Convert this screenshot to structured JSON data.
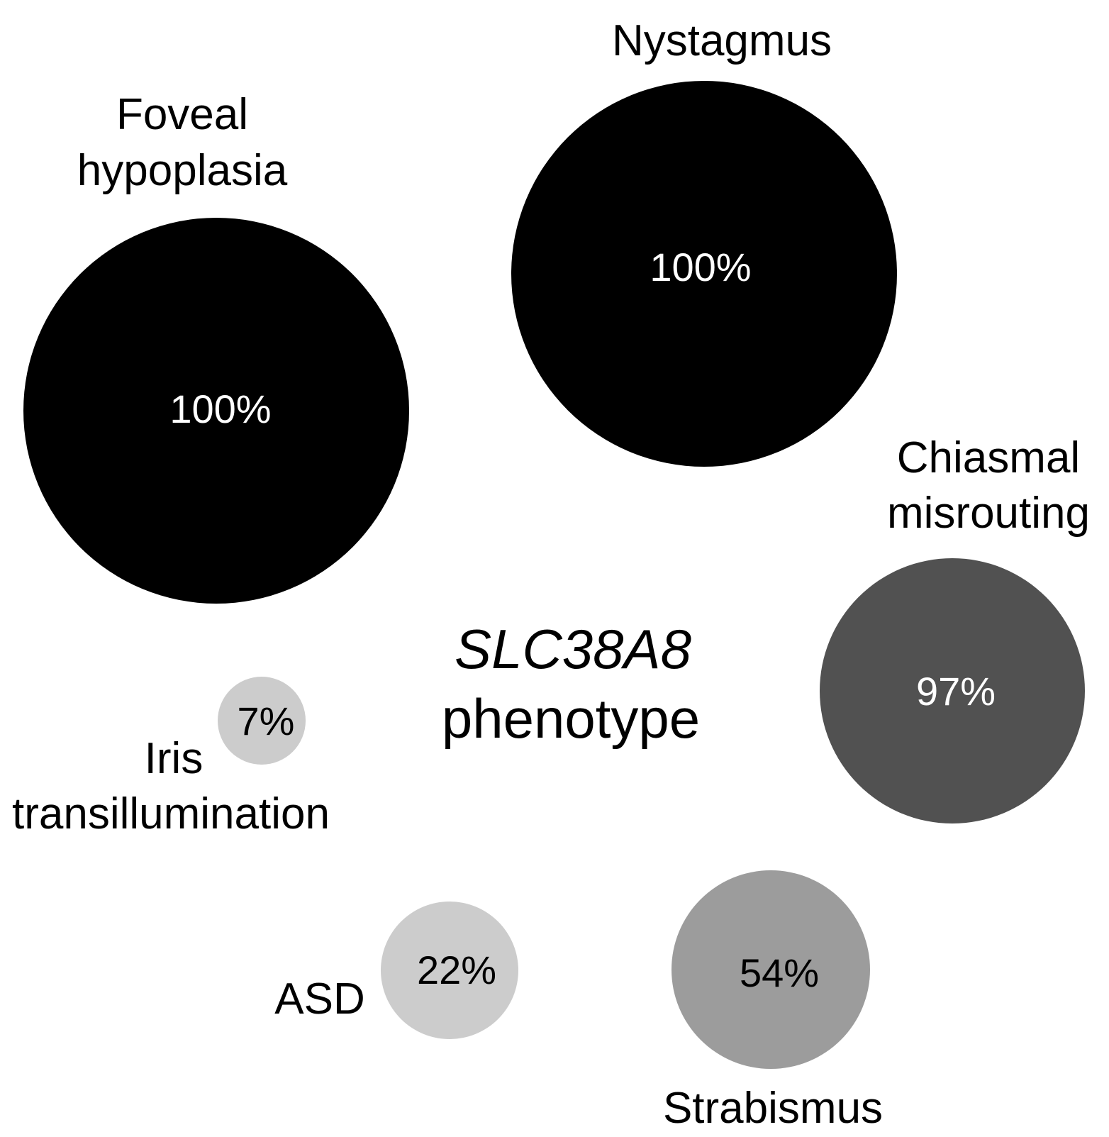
{
  "center": {
    "gene": "SLC38A8",
    "subtitle": "phenotype"
  },
  "features": [
    {
      "id": "foveal",
      "label_lines": [
        "Foveal",
        "hypoplasia"
      ],
      "percent": 100,
      "percent_label": "100%",
      "fill": "#000000",
      "text_color": "#ffffff"
    },
    {
      "id": "nystagmus",
      "label_lines": [
        "Nystagmus"
      ],
      "percent": 100,
      "percent_label": "100%",
      "fill": "#000000",
      "text_color": "#ffffff"
    },
    {
      "id": "chiasmal",
      "label_lines": [
        "Chiasmal",
        "misrouting"
      ],
      "percent": 97,
      "percent_label": "97%",
      "fill": "#515151",
      "text_color": "#ffffff"
    },
    {
      "id": "iris",
      "label_lines": [
        "Iris",
        "transillumination"
      ],
      "percent": 7,
      "percent_label": "7%",
      "fill": "#cccccc",
      "text_color": "#000000"
    },
    {
      "id": "asd",
      "label_lines": [
        "ASD"
      ],
      "percent": 22,
      "percent_label": "22%",
      "fill": "#cccccc",
      "text_color": "#000000"
    },
    {
      "id": "strabismus",
      "label_lines": [
        "Strabismus"
      ],
      "percent": 54,
      "percent_label": "54%",
      "fill": "#9c9c9c",
      "text_color": "#000000"
    }
  ]
}
